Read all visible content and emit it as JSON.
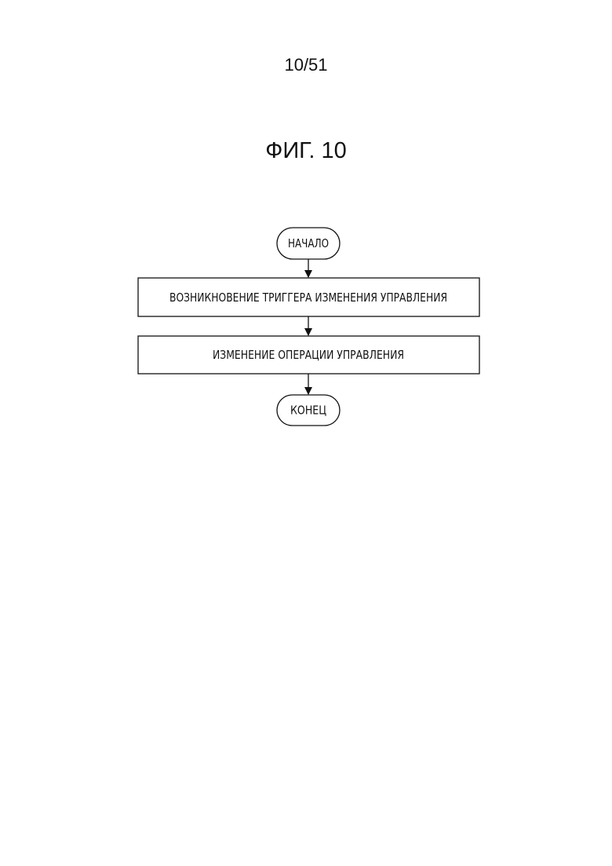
{
  "page": {
    "number": "10/51",
    "figure_title": "ФИГ. 10"
  },
  "flowchart": {
    "start": "НАЧАЛО",
    "steps": [
      "ВОЗНИКНОВЕНИЕ ТРИГГЕРА ИЗМЕНЕНИЯ УПРАВЛЕНИЯ",
      "ИЗМЕНЕНИЕ ОПЕРАЦИИ УПРАВЛЕНИЯ"
    ],
    "end": "КОНЕЦ"
  }
}
